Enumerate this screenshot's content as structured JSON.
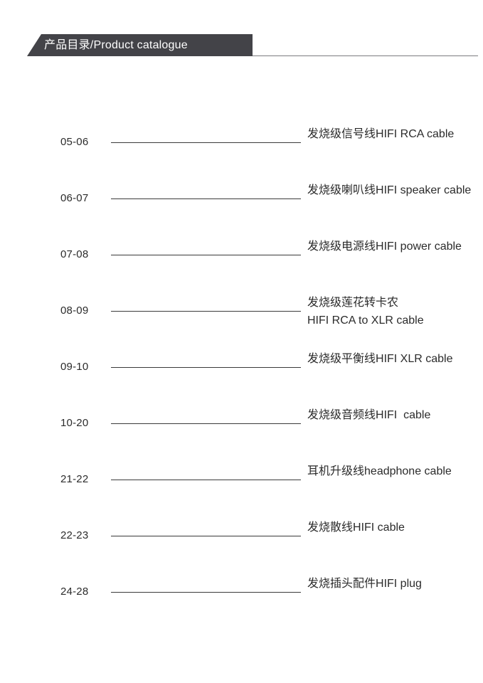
{
  "header": {
    "banner_label": "产品目录/Product catalogue",
    "banner_color": "#434348",
    "banner_text_color": "#ffffff",
    "rule_color": "#7b7b7f"
  },
  "catalogue": {
    "rule_color": "#3a3a3a",
    "entries": [
      {
        "pages": "05-06",
        "title_cn": "发烧级信号线",
        "title_en": "HIFI RCA cable"
      },
      {
        "pages": "06-07",
        "title_cn": "发烧级喇叭线",
        "title_en": "HIFI speaker cable"
      },
      {
        "pages": "07-08",
        "title_cn": "发烧级电源线",
        "title_en": "HIFI power cable"
      },
      {
        "pages": "08-09",
        "title_cn": "发烧级莲花转卡农",
        "title_en": "HIFI RCA to XLR cable"
      },
      {
        "pages": "09-10",
        "title_cn": "发烧级平衡线",
        "title_en": "HIFI XLR cable"
      },
      {
        "pages": "10-20",
        "title_cn": "发烧级音频线",
        "title_en": "HIFI  cable"
      },
      {
        "pages": "21-22",
        "title_cn": "耳机升级线",
        "title_en": "headphone cable"
      },
      {
        "pages": "22-23",
        "title_cn": "发烧散线",
        "title_en": "HIFI cable"
      },
      {
        "pages": "24-28",
        "title_cn": "发烧插头配件",
        "title_en": "HIFI plug"
      }
    ]
  }
}
